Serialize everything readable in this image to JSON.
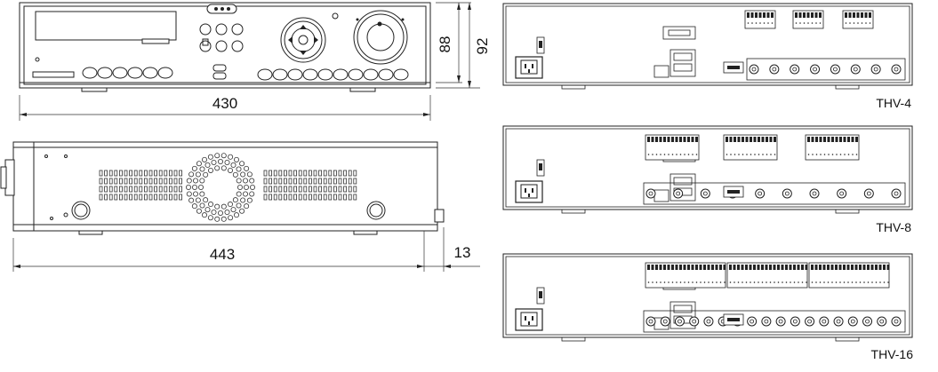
{
  "dimensions": {
    "front_width": "430",
    "front_height": "88",
    "front_height_total": "92",
    "side_depth": "443",
    "side_protrusion": "13"
  },
  "models": [
    "THV-4",
    "THV-8",
    "THV-16"
  ]
}
